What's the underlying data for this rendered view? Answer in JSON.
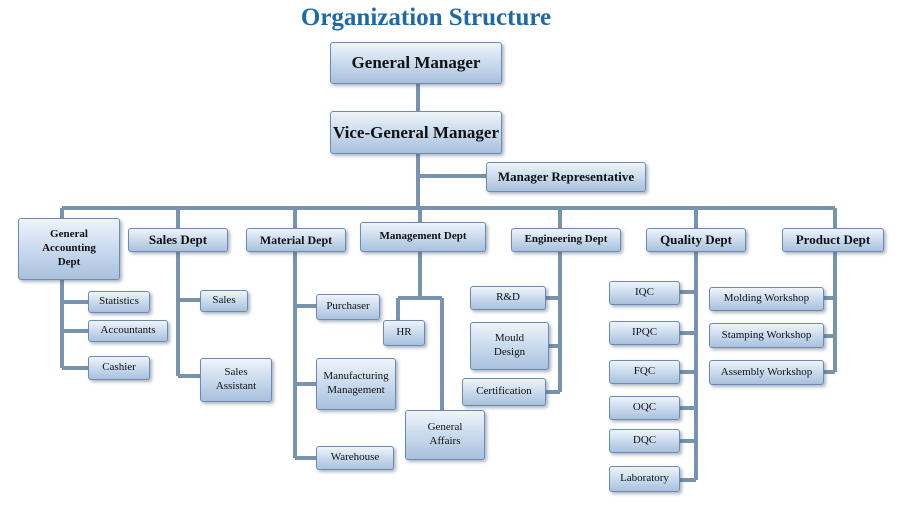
{
  "title": "Organization Structure",
  "top": {
    "general_manager": "General Manager",
    "vice_general_manager": "Vice-General Manager",
    "manager_representative": "Manager Representative"
  },
  "departments": {
    "general_accounting": {
      "label": "General\nAccounting\nDept",
      "units": [
        "Statistics",
        "Accountants",
        "Cashier"
      ]
    },
    "sales": {
      "label": "Sales Dept",
      "units": [
        "Sales",
        "Sales\nAssistant"
      ]
    },
    "material": {
      "label": "Material Dept",
      "units": [
        "Purchaser",
        "Manufacturing\nManagement",
        "Warehouse"
      ]
    },
    "management": {
      "label": "Management Dept",
      "units": [
        "HR",
        "General\nAffairs"
      ]
    },
    "engineering": {
      "label": "Engineering Dept",
      "units": [
        "R&D",
        "Mould\nDesign",
        "Certification"
      ]
    },
    "quality": {
      "label": "Quality Dept",
      "units": [
        "IQC",
        "IPQC",
        "FQC",
        "OQC",
        "DQC",
        "Laboratory"
      ]
    },
    "product": {
      "label": "Product Dept",
      "units": [
        "Molding Workshop",
        "Stamping Workshop",
        "Assembly Workshop"
      ]
    }
  }
}
